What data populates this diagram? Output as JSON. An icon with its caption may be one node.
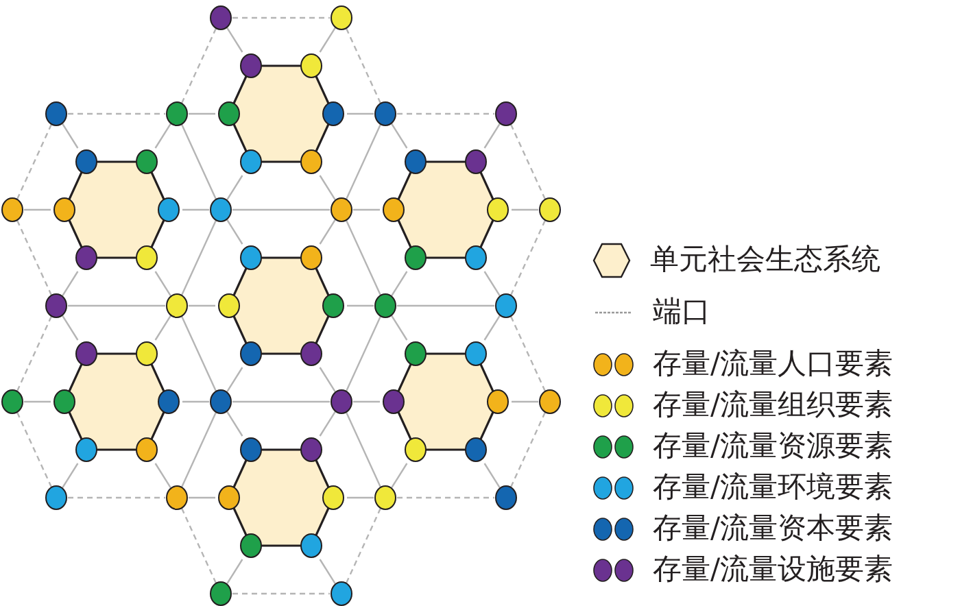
{
  "diagram": {
    "nodes": [
      {
        "text": [],
        "shape": "hexagon"
      },
      {
        "text": [],
        "shape": "hexagon"
      },
      {
        "text": [],
        "shape": "hexagon"
      },
      {
        "text": [],
        "shape": "hexagon"
      },
      {
        "text": [],
        "shape": "hexagon"
      },
      {
        "text": [],
        "shape": "hexagon"
      },
      {
        "text": [],
        "shape": "hexagon"
      },
      {
        "text": [],
        "shape": "circle"
      },
      {
        "text": [],
        "shape": "circle"
      },
      {
        "text": [],
        "shape": "circle"
      },
      {
        "text": [],
        "shape": "circle"
      },
      {
        "text": [],
        "shape": "circle"
      },
      {
        "text": [],
        "shape": "circle"
      },
      {
        "text": [],
        "shape": "circle"
      },
      {
        "text": [],
        "shape": "circle"
      },
      {
        "text": [],
        "shape": "circle"
      },
      {
        "text": [],
        "shape": "circle"
      },
      {
        "text": [],
        "shape": "circle"
      },
      {
        "text": [],
        "shape": "circle"
      },
      {
        "text": [],
        "shape": "circle"
      },
      {
        "text": [],
        "shape": "circle"
      },
      {
        "text": [],
        "shape": "circle"
      },
      {
        "text": [],
        "shape": "circle"
      },
      {
        "text": [],
        "shape": "circle"
      },
      {
        "text": [],
        "shape": "circle"
      },
      {
        "text": [],
        "shape": "circle"
      },
      {
        "text": [],
        "shape": "circle"
      },
      {
        "text": [],
        "shape": "circle"
      },
      {
        "text": [],
        "shape": "circle"
      },
      {
        "text": [],
        "shape": "circle"
      },
      {
        "text": [],
        "shape": "circle"
      }
    ],
    "edges": [
      {
        "from": 0,
        "to": 7,
        "arrow": "none"
      },
      {
        "from": 0,
        "to": 8,
        "arrow": "none"
      },
      {
        "from": 0,
        "to": 11,
        "arrow": "none"
      },
      {
        "from": 0,
        "to": 15,
        "arrow": "none"
      },
      {
        "from": 0,
        "to": 14,
        "arrow": "none"
      },
      {
        "from": 0,
        "to": 10,
        "arrow": "none"
      },
      {
        "from": 1,
        "to": 9,
        "arrow": "none"
      },
      {
        "from": 1,
        "to": 10,
        "arrow": "none"
      },
      {
        "from": 1,
        "to": 14,
        "arrow": "none"
      },
      {
        "from": 1,
        "to": 18,
        "arrow": "none"
      },
      {
        "from": 1,
        "to": 17,
        "arrow": "none"
      },
      {
        "from": 1,
        "to": 13,
        "arrow": "none"
      },
      {
        "from": 2,
        "to": 11,
        "arrow": "none"
      },
      {
        "from": 2,
        "to": 12,
        "arrow": "none"
      },
      {
        "from": 2,
        "to": 16,
        "arrow": "none"
      },
      {
        "from": 2,
        "to": 20,
        "arrow": "none"
      },
      {
        "from": 2,
        "to": 19,
        "arrow": "none"
      },
      {
        "from": 2,
        "to": 15,
        "arrow": "none"
      },
      {
        "from": 3,
        "to": 14,
        "arrow": "none"
      },
      {
        "from": 3,
        "to": 15,
        "arrow": "none"
      },
      {
        "from": 3,
        "to": 19,
        "arrow": "none"
      },
      {
        "from": 3,
        "to": 23,
        "arrow": "none"
      },
      {
        "from": 3,
        "to": 22,
        "arrow": "none"
      },
      {
        "from": 3,
        "to": 18,
        "arrow": "none"
      },
      {
        "from": 4,
        "to": 17,
        "arrow": "none"
      },
      {
        "from": 4,
        "to": 18,
        "arrow": "none"
      },
      {
        "from": 4,
        "to": 22,
        "arrow": "none"
      },
      {
        "from": 4,
        "to": 26,
        "arrow": "none"
      },
      {
        "from": 4,
        "to": 25,
        "arrow": "none"
      },
      {
        "from": 4,
        "to": 21,
        "arrow": "none"
      },
      {
        "from": 5,
        "to": 19,
        "arrow": "none"
      },
      {
        "from": 5,
        "to": 20,
        "arrow": "none"
      },
      {
        "from": 5,
        "to": 24,
        "arrow": "none"
      },
      {
        "from": 5,
        "to": 28,
        "arrow": "none"
      },
      {
        "from": 5,
        "to": 27,
        "arrow": "none"
      },
      {
        "from": 5,
        "to": 23,
        "arrow": "none"
      },
      {
        "from": 6,
        "to": 22,
        "arrow": "none"
      },
      {
        "from": 6,
        "to": 23,
        "arrow": "none"
      },
      {
        "from": 6,
        "to": 27,
        "arrow": "none"
      },
      {
        "from": 6,
        "to": 30,
        "arrow": "none"
      },
      {
        "from": 6,
        "to": 29,
        "arrow": "none"
      },
      {
        "from": 6,
        "to": 26,
        "arrow": "none"
      },
      {
        "from": 7,
        "to": 8,
        "arrow": "none",
        "style": "dashed"
      },
      {
        "from": 8,
        "to": 11,
        "arrow": "none",
        "style": "dashed"
      },
      {
        "from": 11,
        "to": 15,
        "arrow": "none"
      },
      {
        "from": 14,
        "to": 15,
        "arrow": "none"
      },
      {
        "from": 10,
        "to": 14,
        "arrow": "none"
      },
      {
        "from": 7,
        "to": 10,
        "arrow": "none",
        "style": "dashed"
      },
      {
        "from": 9,
        "to": 10,
        "arrow": "none",
        "style": "dashed"
      },
      {
        "from": 14,
        "to": 18,
        "arrow": "none"
      },
      {
        "from": 17,
        "to": 18,
        "arrow": "none"
      },
      {
        "from": 13,
        "to": 17,
        "arrow": "none",
        "style": "dashed"
      },
      {
        "from": 9,
        "to": 13,
        "arrow": "none",
        "style": "dashed"
      },
      {
        "from": 11,
        "to": 12,
        "arrow": "none",
        "style": "dashed"
      },
      {
        "from": 12,
        "to": 16,
        "arrow": "none",
        "style": "dashed"
      },
      {
        "from": 16,
        "to": 20,
        "arrow": "none",
        "style": "dashed"
      },
      {
        "from": 19,
        "to": 20,
        "arrow": "none"
      },
      {
        "from": 15,
        "to": 19,
        "arrow": "none"
      },
      {
        "from": 19,
        "to": 23,
        "arrow": "none"
      },
      {
        "from": 22,
        "to": 23,
        "arrow": "none"
      },
      {
        "from": 18,
        "to": 22,
        "arrow": "none"
      },
      {
        "from": 22,
        "to": 26,
        "arrow": "none"
      },
      {
        "from": 25,
        "to": 26,
        "arrow": "none",
        "style": "dashed"
      },
      {
        "from": 21,
        "to": 25,
        "arrow": "none",
        "style": "dashed"
      },
      {
        "from": 17,
        "to": 21,
        "arrow": "none",
        "style": "dashed"
      },
      {
        "from": 20,
        "to": 24,
        "arrow": "none",
        "style": "dashed"
      },
      {
        "from": 24,
        "to": 28,
        "arrow": "none",
        "style": "dashed"
      },
      {
        "from": 27,
        "to": 28,
        "arrow": "none",
        "style": "dashed"
      },
      {
        "from": 23,
        "to": 27,
        "arrow": "none"
      },
      {
        "from": 27,
        "to": 30,
        "arrow": "none",
        "style": "dashed"
      },
      {
        "from": 29,
        "to": 30,
        "arrow": "none",
        "style": "dashed"
      },
      {
        "from": 26,
        "to": 29,
        "arrow": "none",
        "style": "dashed"
      }
    ],
    "legend": [
      {
        "text": "单元社会生态系统",
        "color": "#fdefcc"
      },
      {
        "text": "端口"
      },
      {
        "text": "存量/流量人口要素",
        "color": "#f2b31b"
      },
      {
        "text": "存量/流量组织要素",
        "color": "#f0e83a"
      },
      {
        "text": "存量/流量资源要素",
        "color": "#1fa04a"
      },
      {
        "text": "存量/流量环境要素",
        "color": "#21a5e0"
      },
      {
        "text": "存量/流量资本要素",
        "color": "#1466b0"
      },
      {
        "text": "存量/流量设施要素",
        "color": "#6a3290"
      }
    ]
  }
}
